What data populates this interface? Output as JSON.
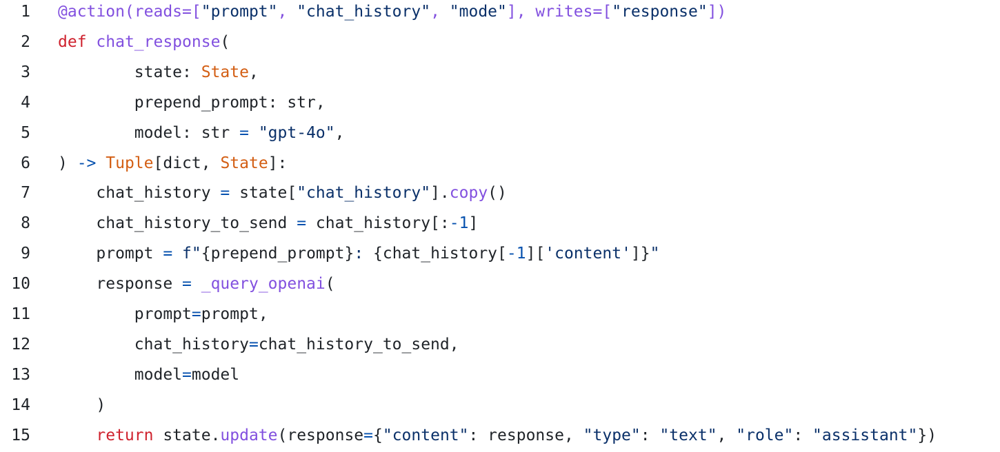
{
  "code_lines": [
    {
      "number": "1",
      "tokens": [
        {
          "text": "@action(reads=[",
          "type": "func"
        },
        {
          "text": "\"prompt\"",
          "type": "string"
        },
        {
          "text": ", ",
          "type": "func"
        },
        {
          "text": "\"chat_history\"",
          "type": "string"
        },
        {
          "text": ", ",
          "type": "func"
        },
        {
          "text": "\"mode\"",
          "type": "string"
        },
        {
          "text": "], writes=[",
          "type": "func"
        },
        {
          "text": "\"response\"",
          "type": "string"
        },
        {
          "text": "])",
          "type": "func"
        }
      ]
    },
    {
      "number": "2",
      "tokens": [
        {
          "text": "def",
          "type": "keyword"
        },
        {
          "text": " ",
          "type": "text"
        },
        {
          "text": "chat_response",
          "type": "func"
        },
        {
          "text": "(",
          "type": "text"
        }
      ]
    },
    {
      "number": "3",
      "tokens": [
        {
          "text": "        state: ",
          "type": "text"
        },
        {
          "text": "State",
          "type": "type"
        },
        {
          "text": ",",
          "type": "text"
        }
      ]
    },
    {
      "number": "4",
      "tokens": [
        {
          "text": "        prepend_prompt: str,",
          "type": "text"
        }
      ]
    },
    {
      "number": "5",
      "tokens": [
        {
          "text": "        model: str ",
          "type": "text"
        },
        {
          "text": "=",
          "type": "op"
        },
        {
          "text": " ",
          "type": "text"
        },
        {
          "text": "\"gpt-4o\"",
          "type": "string"
        },
        {
          "text": ",",
          "type": "text"
        }
      ]
    },
    {
      "number": "6",
      "tokens": [
        {
          "text": ") ",
          "type": "text"
        },
        {
          "text": "->",
          "type": "op"
        },
        {
          "text": " ",
          "type": "text"
        },
        {
          "text": "Tuple",
          "type": "type"
        },
        {
          "text": "[dict, ",
          "type": "text"
        },
        {
          "text": "State",
          "type": "type"
        },
        {
          "text": "]:",
          "type": "text"
        }
      ]
    },
    {
      "number": "7",
      "tokens": [
        {
          "text": "    chat_history ",
          "type": "text"
        },
        {
          "text": "=",
          "type": "op"
        },
        {
          "text": " state[",
          "type": "text"
        },
        {
          "text": "\"chat_history\"",
          "type": "string"
        },
        {
          "text": "].",
          "type": "text"
        },
        {
          "text": "copy",
          "type": "func"
        },
        {
          "text": "()",
          "type": "text"
        }
      ]
    },
    {
      "number": "8",
      "tokens": [
        {
          "text": "    chat_history_to_send ",
          "type": "text"
        },
        {
          "text": "=",
          "type": "op"
        },
        {
          "text": " chat_history[:",
          "type": "text"
        },
        {
          "text": "-1",
          "type": "num"
        },
        {
          "text": "]",
          "type": "text"
        }
      ]
    },
    {
      "number": "9",
      "tokens": [
        {
          "text": "    prompt ",
          "type": "text"
        },
        {
          "text": "=",
          "type": "op"
        },
        {
          "text": " ",
          "type": "text"
        },
        {
          "text": "f\"",
          "type": "string"
        },
        {
          "text": "{prepend_prompt}",
          "type": "text"
        },
        {
          "text": ": ",
          "type": "string"
        },
        {
          "text": "{chat_history[",
          "type": "text"
        },
        {
          "text": "-1",
          "type": "num"
        },
        {
          "text": "][",
          "type": "text"
        },
        {
          "text": "'content'",
          "type": "string"
        },
        {
          "text": "]}",
          "type": "text"
        },
        {
          "text": "\"",
          "type": "string"
        }
      ]
    },
    {
      "number": "10",
      "tokens": [
        {
          "text": "    response ",
          "type": "text"
        },
        {
          "text": "=",
          "type": "op"
        },
        {
          "text": " ",
          "type": "text"
        },
        {
          "text": "_query_openai",
          "type": "func"
        },
        {
          "text": "(",
          "type": "text"
        }
      ]
    },
    {
      "number": "11",
      "tokens": [
        {
          "text": "        prompt",
          "type": "text"
        },
        {
          "text": "=",
          "type": "op"
        },
        {
          "text": "prompt,",
          "type": "text"
        }
      ]
    },
    {
      "number": "12",
      "tokens": [
        {
          "text": "        chat_history",
          "type": "text"
        },
        {
          "text": "=",
          "type": "op"
        },
        {
          "text": "chat_history_to_send,",
          "type": "text"
        }
      ]
    },
    {
      "number": "13",
      "tokens": [
        {
          "text": "        model",
          "type": "text"
        },
        {
          "text": "=",
          "type": "op"
        },
        {
          "text": "model",
          "type": "text"
        }
      ]
    },
    {
      "number": "14",
      "tokens": [
        {
          "text": "    )",
          "type": "text"
        }
      ]
    },
    {
      "number": "15",
      "tokens": [
        {
          "text": "    ",
          "type": "text"
        },
        {
          "text": "return",
          "type": "keyword"
        },
        {
          "text": " state.",
          "type": "text"
        },
        {
          "text": "update",
          "type": "func"
        },
        {
          "text": "(response",
          "type": "text"
        },
        {
          "text": "=",
          "type": "op"
        },
        {
          "text": "{",
          "type": "text"
        },
        {
          "text": "\"content\"",
          "type": "string"
        },
        {
          "text": ": response, ",
          "type": "text"
        },
        {
          "text": "\"type\"",
          "type": "string"
        },
        {
          "text": ": ",
          "type": "text"
        },
        {
          "text": "\"text\"",
          "type": "string"
        },
        {
          "text": ", ",
          "type": "text"
        },
        {
          "text": "\"role\"",
          "type": "string"
        },
        {
          "text": ": ",
          "type": "text"
        },
        {
          "text": "\"assistant\"",
          "type": "string"
        },
        {
          "text": "})",
          "type": "text"
        }
      ]
    }
  ],
  "colors": {
    "background": "#ffffff",
    "text": "#1f2328",
    "keyword": "#cf222e",
    "function": "#8250df",
    "string": "#0a3069",
    "type": "#d35e13",
    "operator": "#0550ae",
    "number": "#0550ae"
  }
}
